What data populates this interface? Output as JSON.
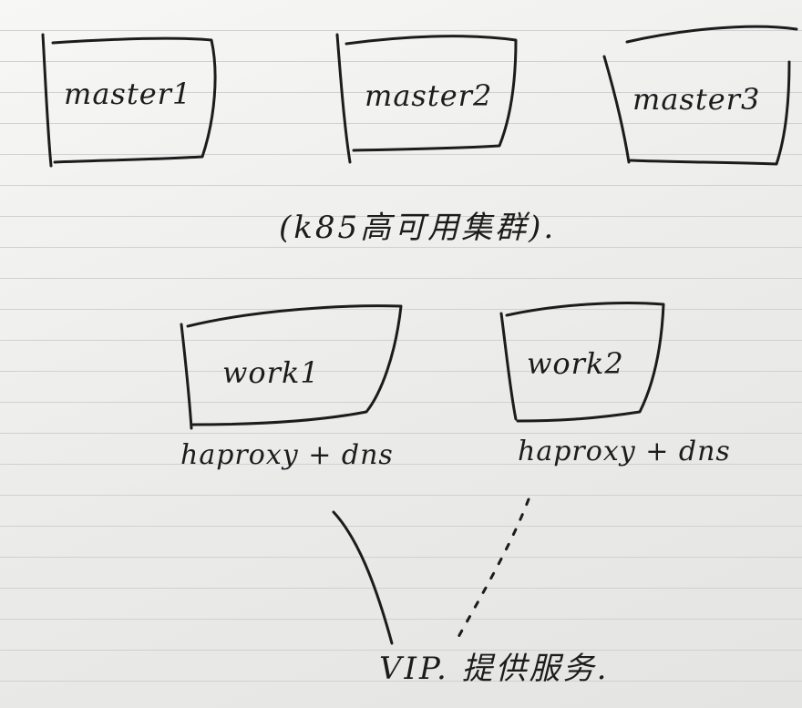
{
  "diagram": {
    "masters": [
      {
        "label": "master1"
      },
      {
        "label": "master2"
      },
      {
        "label": "master3"
      }
    ],
    "cluster_caption": "(k85高可用集群).",
    "workers": [
      {
        "label": "work1",
        "service": "haproxy + dns"
      },
      {
        "label": "work2",
        "service": "haproxy + dns"
      }
    ],
    "vip_caption": "VIP. 提供服务.",
    "connectors": [
      {
        "from": "work1",
        "to": "vip",
        "style": "solid"
      },
      {
        "from": "work2",
        "to": "vip",
        "style": "dashed"
      }
    ],
    "ink_color": "#1c1c1c",
    "paper_color": "#f4f4f2",
    "rule_line_color": "#cfd1d3"
  }
}
